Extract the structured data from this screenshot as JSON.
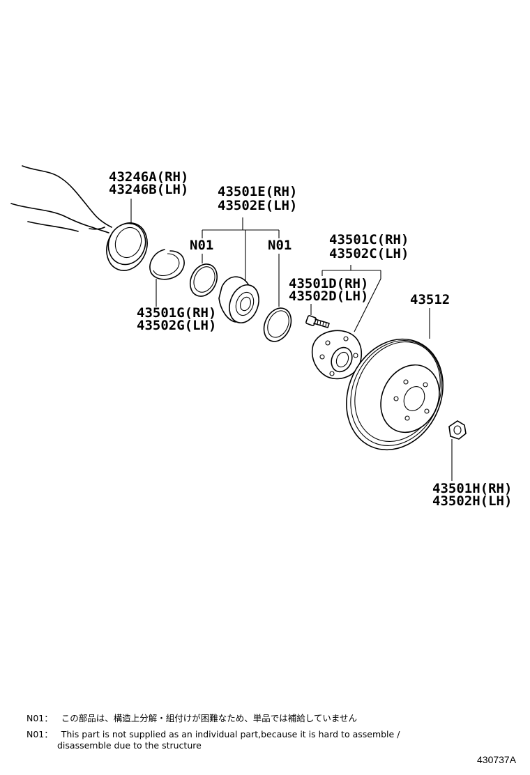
{
  "labels": {
    "dust_cover": [
      "43246A(RH)",
      "43246B(LH)"
    ],
    "bearing": [
      "43501E(RH)",
      "43502E(LH)"
    ],
    "seal_left": "N01",
    "seal_right": "N01",
    "hub": [
      "43501C(RH)",
      "43502C(LH)"
    ],
    "hub_bolt": [
      "43501D(RH)",
      "43502D(LH)"
    ],
    "snap_ring": [
      "43501G(RH)",
      "43502G(LH)"
    ],
    "disc": "43512",
    "nut": [
      "43501H(RH)",
      "43502H(LH)"
    ]
  },
  "notes": {
    "ja_prefix": "N01：",
    "ja_text": "この部品は、構造上分解・組付けが困難なため、単品では補給していません",
    "en_prefix": "N01：",
    "en_line1": "This part is not supplied as an individual part,because it is hard to assemble /",
    "en_line2": "disassemble due to the structure"
  },
  "diagram_code": "430737A"
}
